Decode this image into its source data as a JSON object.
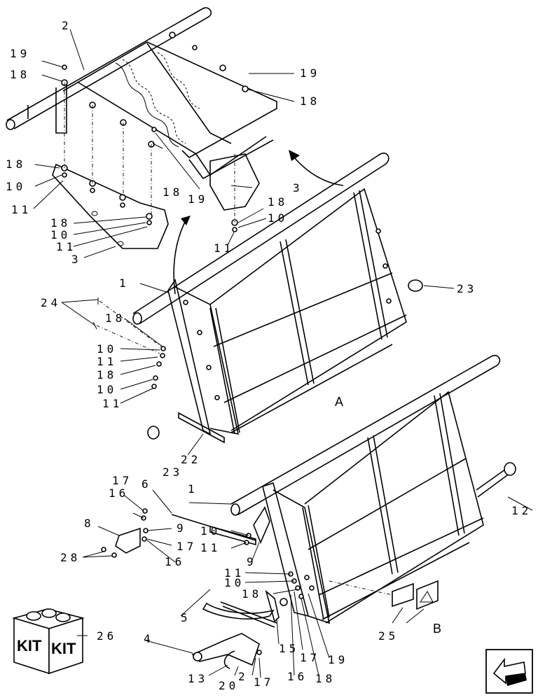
{
  "assembly_labels": {
    "a": "A",
    "b": "B"
  },
  "callouts": {
    "c2": "2",
    "c19a": "19",
    "c18a": "18",
    "c19b": "19",
    "c18b": "18",
    "c18c": "18",
    "c10a": "10",
    "c11a": "11",
    "c18d": "18",
    "c10b": "10",
    "c11b": "11",
    "c3a": "3",
    "c18e": "18",
    "c19c": "19",
    "c3b": "3",
    "c18f": "18",
    "c10c": "10",
    "c11c": "11",
    "c1a": "1",
    "c24": "24",
    "c18g": "18",
    "c10d": "10",
    "c11d": "11",
    "c18h": "18",
    "c10e": "10",
    "c11e": "11",
    "c23a": "23",
    "c22": "22",
    "c23b": "23",
    "c1b": "1",
    "c17a": "17",
    "c6": "6",
    "c16a": "16",
    "c12": "12",
    "c8": "8",
    "c9a": "9",
    "c10f": "10",
    "c17b": "17",
    "c11f": "11",
    "c16b": "16",
    "c28": "28",
    "c9b": "9",
    "c11g": "11",
    "c10g": "10",
    "c18i": "18",
    "c5": "5",
    "c26": "26",
    "c25": "25",
    "c4": "4",
    "c15": "15",
    "c17c": "17",
    "c19d": "19",
    "c13": "13",
    "c20": "20",
    "c2b": "2",
    "c17d": "17",
    "c16c": "16",
    "c18j": "18"
  },
  "kit_box": {
    "text_left": "KIT",
    "text_right": "KIT"
  },
  "nav_icon": "previous-arrow-icon"
}
